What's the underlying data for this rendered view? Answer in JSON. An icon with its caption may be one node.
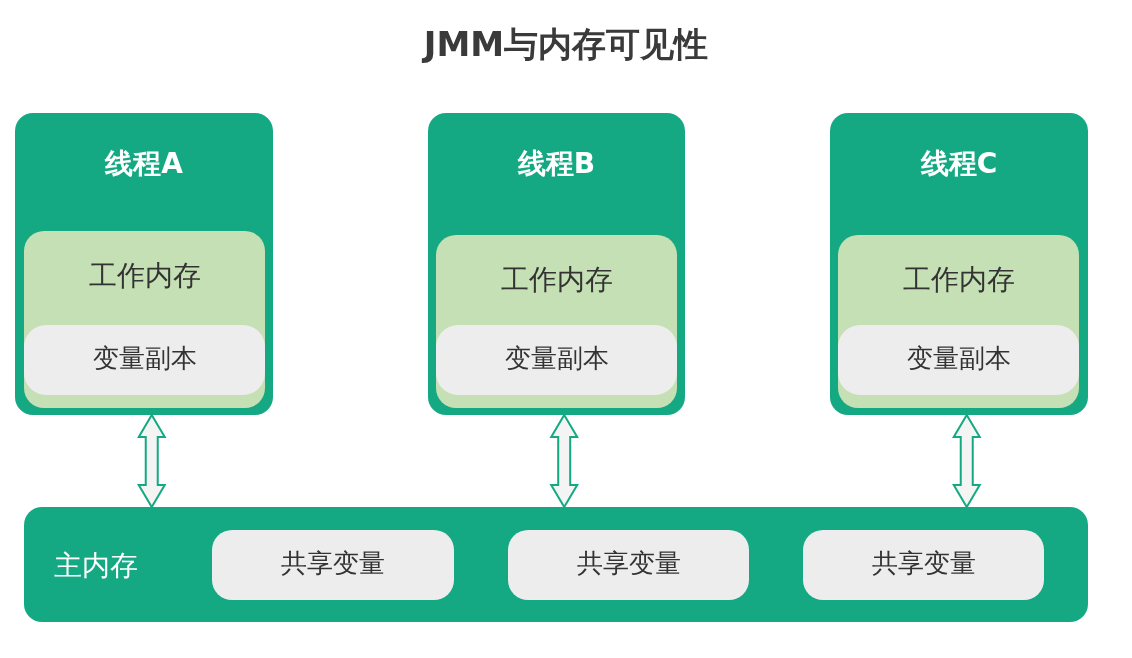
{
  "diagram": {
    "title": "JMM与内存可见性",
    "nodes": [
      {
        "text": [
          "线程A"
        ]
      },
      {
        "text": [
          "工作内存"
        ],
        "in": 0
      },
      {
        "text": [
          "变量副本"
        ],
        "in": 1
      },
      {
        "text": [
          "线程B"
        ]
      },
      {
        "text": [
          "工作内存"
        ],
        "in": 3
      },
      {
        "text": [
          "变量副本"
        ],
        "in": 4
      },
      {
        "text": [
          "线程C"
        ]
      },
      {
        "text": [
          "工作内存"
        ],
        "in": 6
      },
      {
        "text": [
          "变量副本"
        ],
        "in": 7
      },
      {
        "text": [
          "主内存"
        ]
      },
      {
        "text": [
          "共享变量"
        ],
        "in": 9
      },
      {
        "text": [
          "共享变量"
        ],
        "in": 9
      },
      {
        "text": [
          "共享变量"
        ],
        "in": 9
      }
    ],
    "edges": [
      {
        "from": 0,
        "to": 9,
        "arrow": "both"
      },
      {
        "from": 3,
        "to": 9,
        "arrow": "both"
      },
      {
        "from": 6,
        "to": 9,
        "arrow": "both"
      }
    ]
  }
}
